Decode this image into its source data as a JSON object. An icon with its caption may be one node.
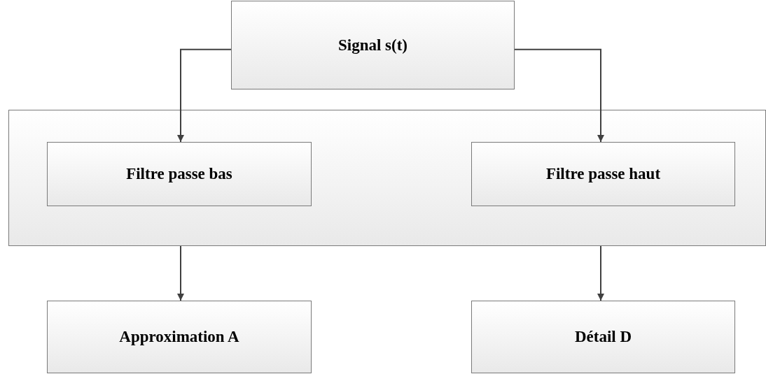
{
  "diagram": {
    "nodes": [
      {
        "text": [
          "Signal s(t)"
        ]
      },
      {
        "text": [],
        "shape": "box"
      },
      {
        "text": [
          "Filtre passe bas"
        ],
        "in": 1
      },
      {
        "text": [
          "Filtre passe haut"
        ],
        "in": 1
      },
      {
        "text": [
          "Approximation A"
        ]
      },
      {
        "text": [
          "Détail D"
        ]
      }
    ],
    "edges": [
      {
        "from": 0,
        "to": 2,
        "arrow": "to"
      },
      {
        "from": 0,
        "to": 3,
        "arrow": "to"
      },
      {
        "from": 1,
        "to": 4,
        "arrow": "to"
      },
      {
        "from": 1,
        "to": 5,
        "arrow": "to"
      }
    ]
  }
}
